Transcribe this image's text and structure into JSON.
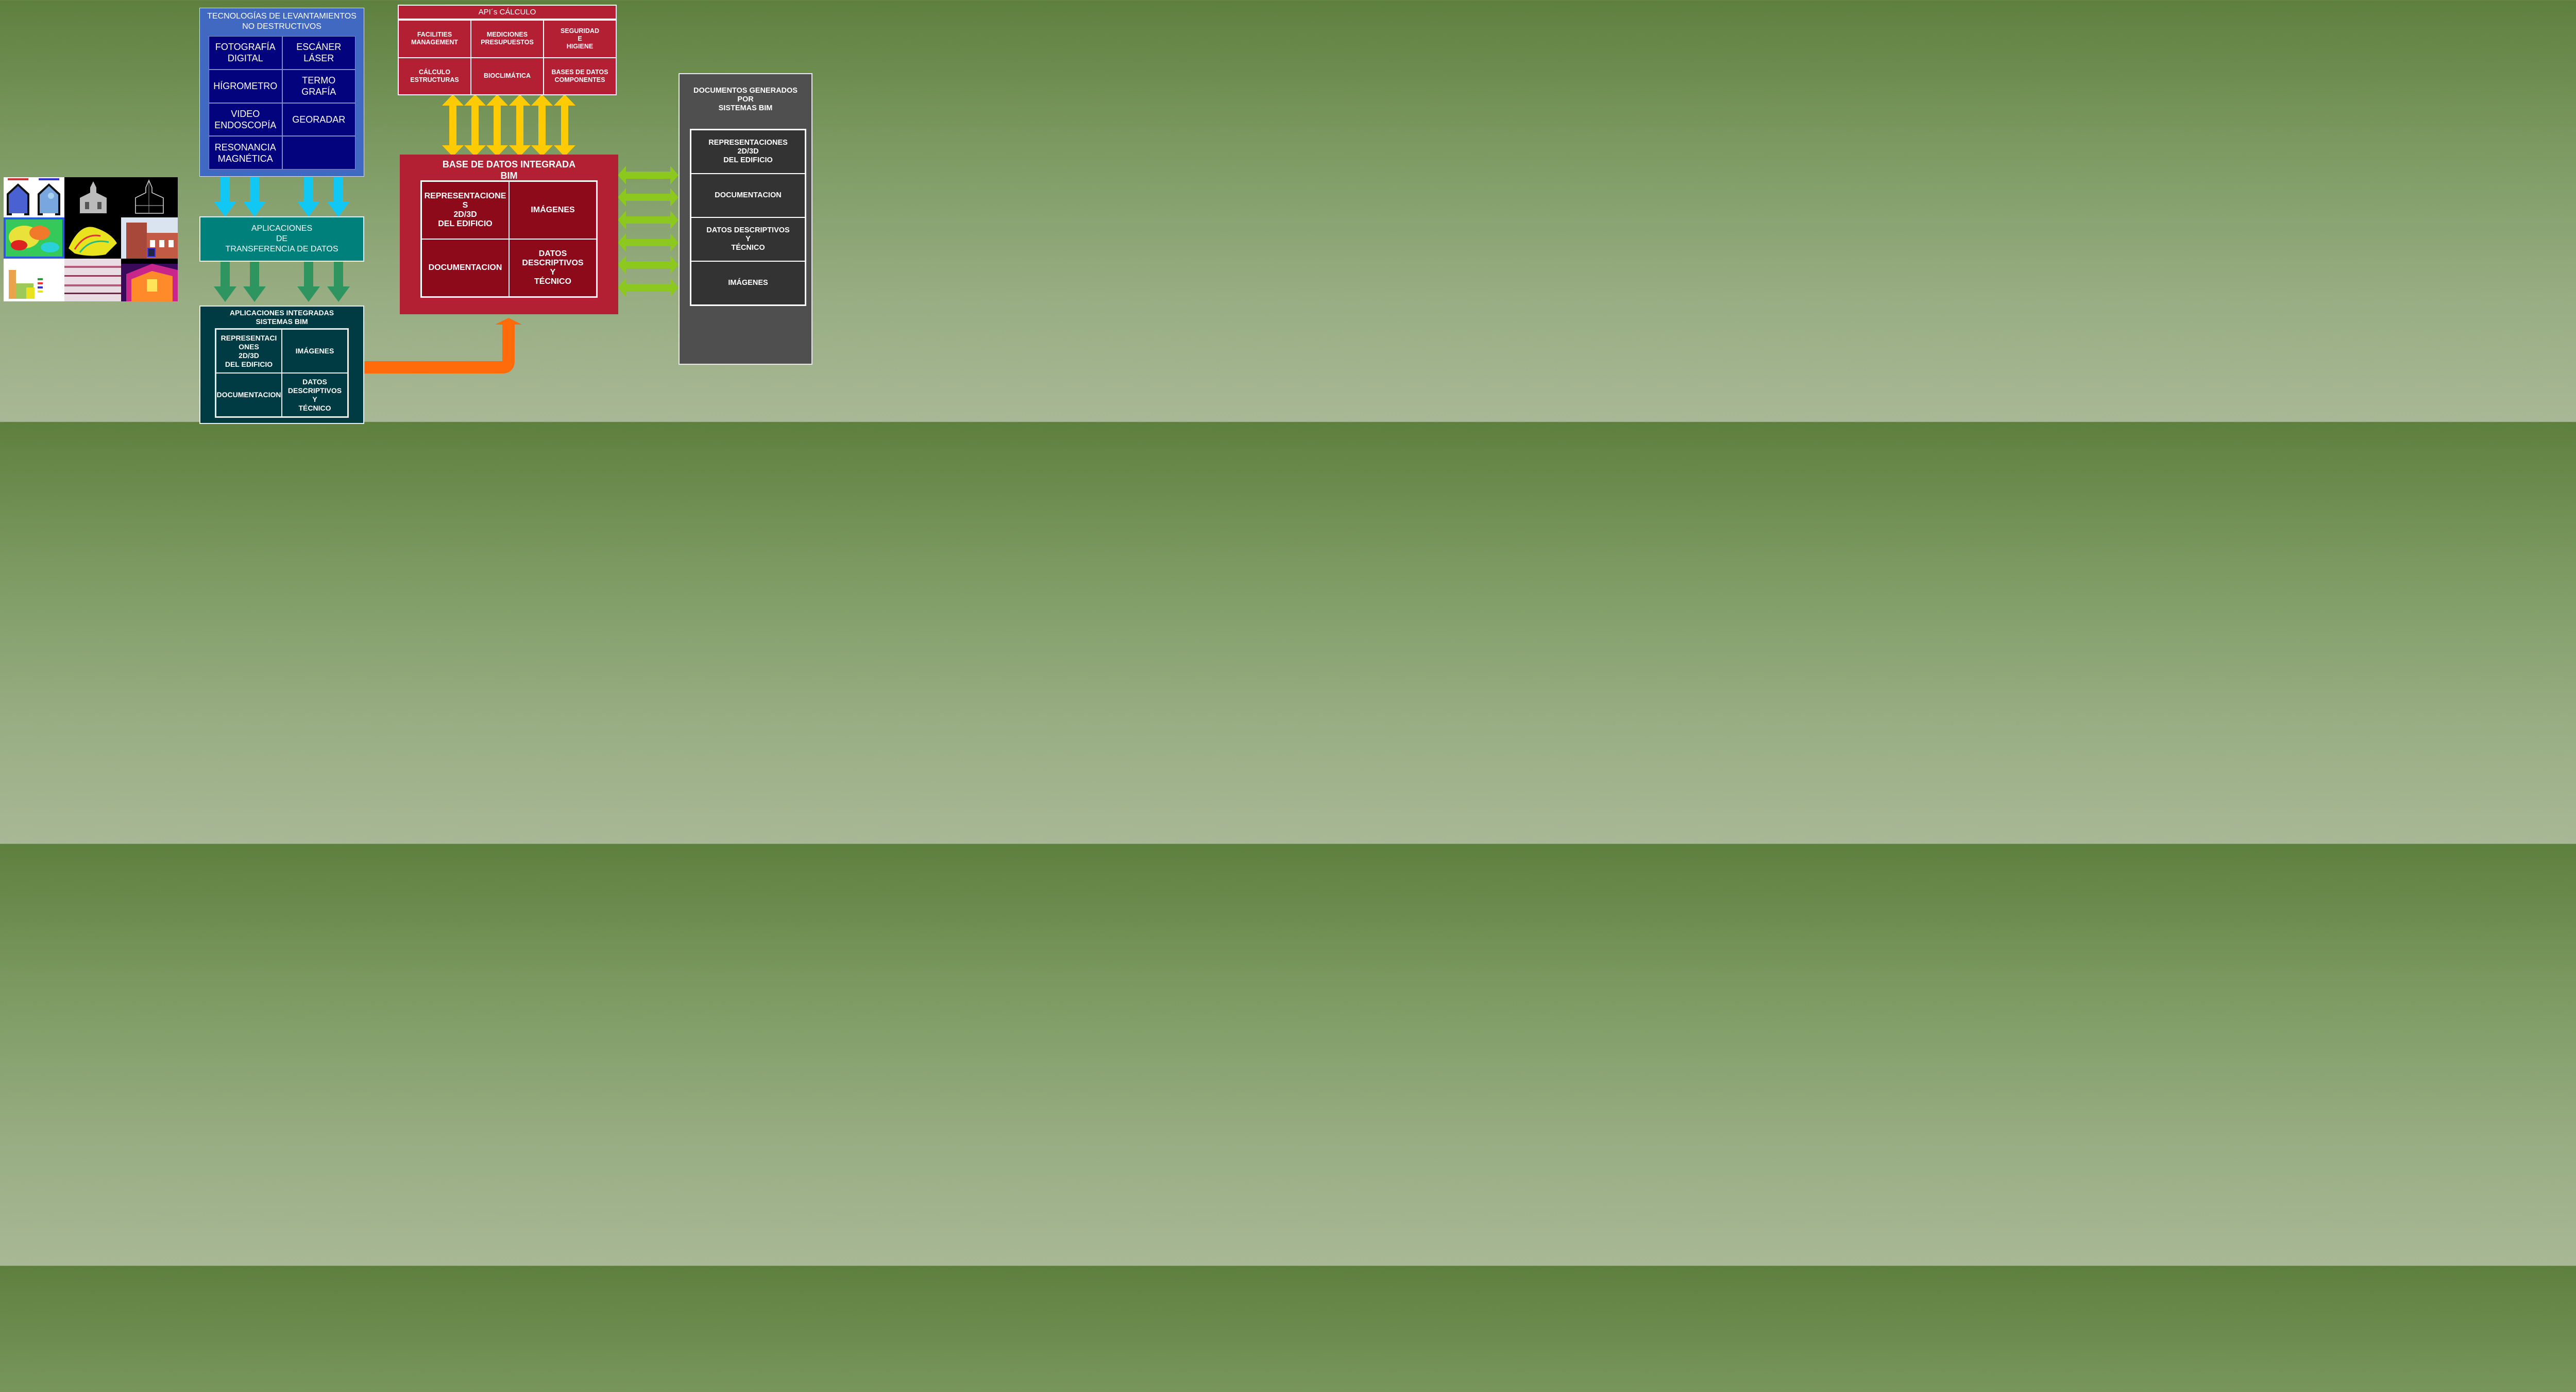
{
  "techniques": {
    "title": "TECNOLOGÍAS DE LEVANTAMIENTOS\nNO DESTRUCTIVOS",
    "items": [
      "FOTOGRAFÍA\nDIGITAL",
      "ESCÁNER\nLÁSER",
      "HÍGROMETRO",
      "TERMO\nGRAFÍA",
      "VIDEO\nENDOSCOPÍA",
      "GEORADAR",
      "RESONANCIA\nMAGNÉTICA",
      ""
    ]
  },
  "transfer": {
    "title": "APLICACIONES\nDE\nTRANSFERENCIA DE DATOS"
  },
  "integrated": {
    "title": "APLICACIONES INTEGRADAS\nSISTEMAS BIM",
    "items": [
      "REPRESENTACI\nONES\n2D/3D\nDEL EDIFICIO",
      "IMÁGENES",
      "DOCUMENTACION",
      "DATOS\nDESCRIPTIVOS\nY\nTÉCNICO"
    ]
  },
  "api": {
    "title": "API´s CÁLCULO",
    "items": [
      "FACILITIES\nMANAGEMENT",
      "MEDICIONES\nPRESUPUESTOS",
      "SEGURIDAD\nE\nHIGIENE",
      "CÁLCULO\nESTRUCTURAS",
      "BIOCLIMÁTICA",
      "BASES DE DATOS\nCOMPONENTES"
    ]
  },
  "bim": {
    "title": "BASE DE DATOS INTEGRADA\nBIM",
    "items": [
      "REPRESENTACIONE\nS\n2D/3D\nDEL EDIFICIO",
      "IMÁGENES",
      "DOCUMENTACION",
      "DATOS\nDESCRIPTIVOS\nY\nTÉCNICO"
    ]
  },
  "documents": {
    "title": "DOCUMENTOS GENERADOS\nPOR\nSISTEMAS BIM",
    "items": [
      "REPRESENTACIONES\n2D/3D\nDEL EDIFICIO",
      "DOCUMENTACION",
      "DATOS DESCRIPTIVOS\nY\nTÉCNICO",
      "IMÁGENES"
    ]
  },
  "colors": {
    "cyan_arrow": "#11c8f5",
    "green_arrow": "#2e9460",
    "yellow_arrow": "#ffcb05",
    "lime_arrow": "#8cc81e",
    "orange_arrow": "#ff6a0a",
    "bim_red": "#b31f33"
  }
}
